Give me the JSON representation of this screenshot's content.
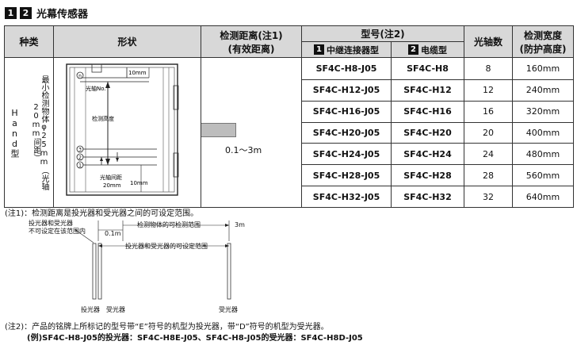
{
  "header": {
    "num1": "1",
    "num2": "2",
    "title": "光幕传感器"
  },
  "table": {
    "col_kind": "种类",
    "col_shape": "形状",
    "col_range_line1": "检测距离(注1)",
    "col_range_line2": "(有效距离)",
    "col_model": "型号(注2)",
    "col_axes": "光轴数",
    "col_width_line1": "检测宽度",
    "col_width_line2": "(防护高度)",
    "sub_num1": "1",
    "sub_relay": "中继连接器型",
    "sub_num2": "2",
    "sub_cable": "电缆型",
    "type_vertical": "Hand型",
    "spec_vertical": "最小检测物体φ25mm（光轴20mm间距）",
    "range_value": "0.1～3m",
    "rows": [
      {
        "relay": "SF4C-H8-J05",
        "cable": "SF4C-H8",
        "axes": "8",
        "width": "160mm"
      },
      {
        "relay": "SF4C-H12-J05",
        "cable": "SF4C-H12",
        "axes": "12",
        "width": "240mm"
      },
      {
        "relay": "SF4C-H16-J05",
        "cable": "SF4C-H16",
        "axes": "16",
        "width": "320mm"
      },
      {
        "relay": "SF4C-H20-J05",
        "cable": "SF4C-H20",
        "axes": "20",
        "width": "400mm"
      },
      {
        "relay": "SF4C-H24-J05",
        "cable": "SF4C-H24",
        "axes": "24",
        "width": "480mm"
      },
      {
        "relay": "SF4C-H28-J05",
        "cable": "SF4C-H28",
        "axes": "28",
        "width": "560mm"
      },
      {
        "relay": "SF4C-H32-J05",
        "cable": "SF4C-H32",
        "axes": "32",
        "width": "640mm"
      }
    ]
  },
  "shape_diagram": {
    "dim_top": "10mm",
    "axis_no": "光轴No.",
    "height_label": "检测高度",
    "pitch_label": "光轴间距",
    "pitch_value": "20mm",
    "dim_bottom": "10mm",
    "marker_n": "n",
    "marker_3": "3",
    "marker_2": "2",
    "marker_1": "1"
  },
  "notes": {
    "note1": "(注1)：检测距离是投光器和受光器之间的可设定范围。",
    "note2_line1": "(注2)：产品的铭牌上所标记的型号带“E”符号的机型为投光器，带“D”符号的机型为受光器。",
    "note2_line2": "(例)SF4C-H8-J05的投光器：SF4C-H8E-J05、SF4C-H8-J05的受光器：SF4C-H8D-J05"
  },
  "range_diagram": {
    "cannot_set_1": "投光器和受光器",
    "cannot_set_2": "不可设定在该范围内",
    "detect_range": "检测物体的可检测范围",
    "min_dist": "0.1m",
    "max_dist": "3m",
    "settable_range": "投光器和受光器的可设定范围",
    "emitter": "投光器",
    "receiver1": "受光器",
    "receiver2": "受光器"
  }
}
